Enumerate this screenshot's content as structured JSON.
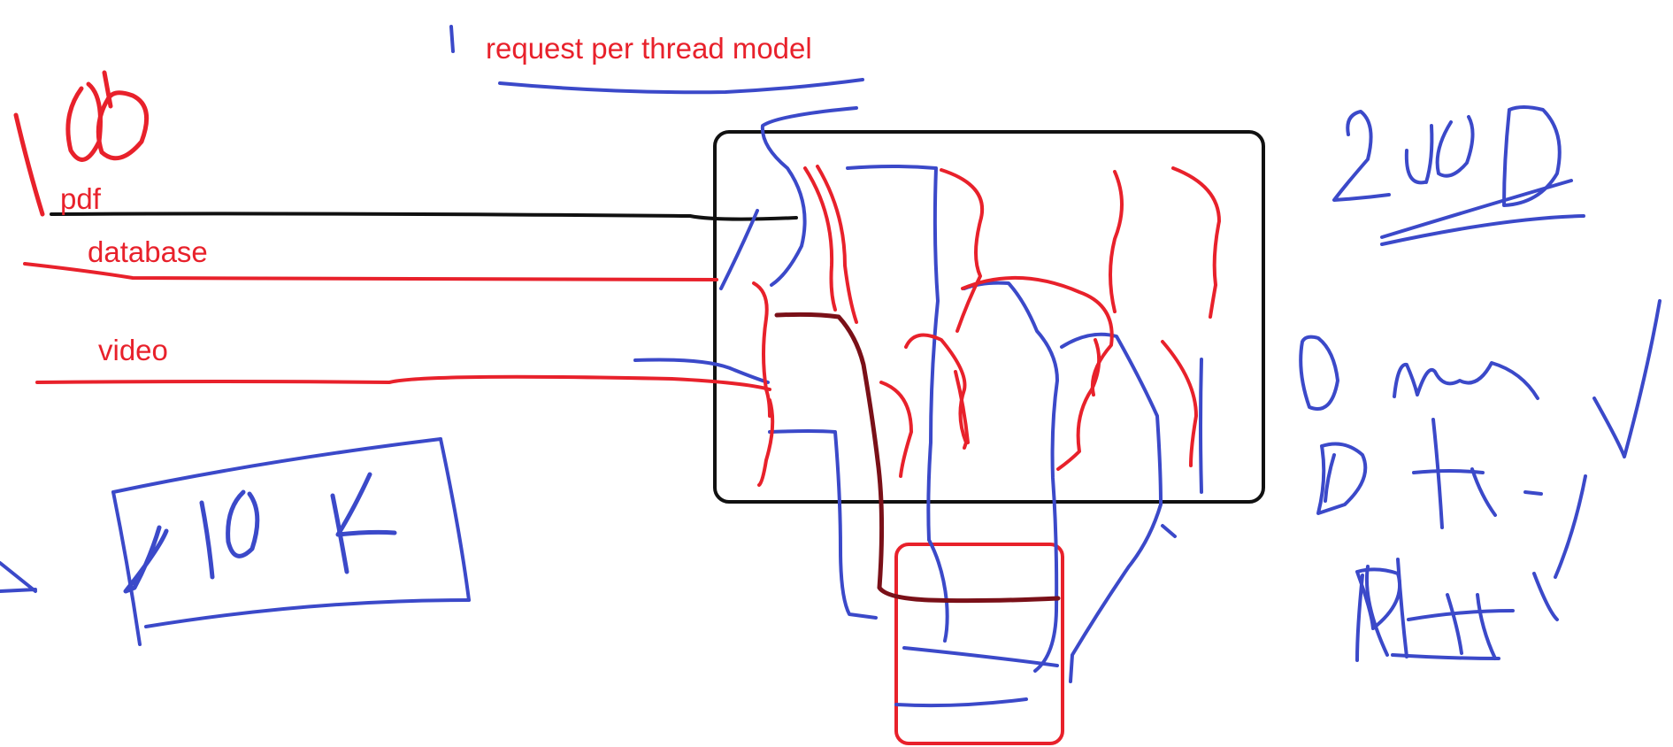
{
  "labels": {
    "title": "request per thread model",
    "pdf": "pdf",
    "database": "database",
    "video": "video"
  },
  "handwritten": {
    "top_left_number": "100",
    "left_box_number": "10K",
    "top_right_number": "200"
  },
  "colors": {
    "red": "#e8212b",
    "blue": "#3b49c9",
    "black": "#111111",
    "darkred": "#7a1018"
  }
}
